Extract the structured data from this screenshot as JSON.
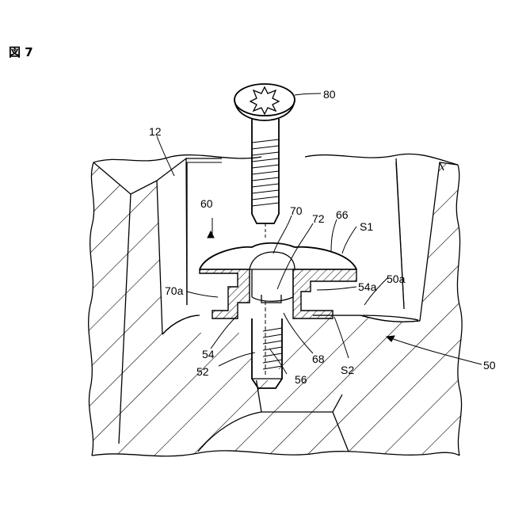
{
  "figure": {
    "title": "図 7",
    "labels": {
      "l80": "80",
      "l12": "12",
      "l60": "60",
      "l70": "70",
      "l72": "72",
      "l66": "66",
      "lS1": "S1",
      "l70a": "70a",
      "l54a": "54a",
      "l50a": "50a",
      "l54": "54",
      "l52": "52",
      "l56": "56",
      "l68": "68",
      "lS2": "S2",
      "l50": "50"
    }
  }
}
